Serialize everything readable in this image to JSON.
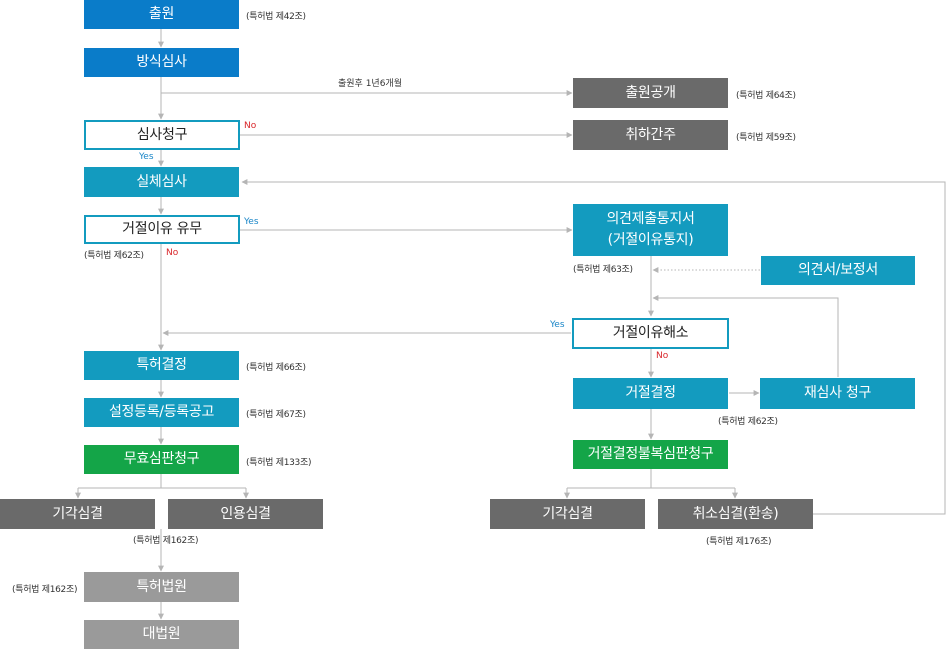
{
  "boxes": {
    "filing": "출원",
    "formality_exam": "방식심사",
    "exam_request": "심사청구",
    "substantive_exam": "실체심사",
    "rejection_grounds": "거절이유 유무",
    "patent_decision": "특허결정",
    "registration": "설정등록/등록공고",
    "invalidation_trial": "무효심판청구",
    "dismissal_left": "기각심결",
    "acceptance": "인용심결",
    "patent_court": "특허법원",
    "supreme_court": "대법원",
    "publication": "출원공개",
    "withdrawal": "취하간주",
    "opinion_notice_line1": "의견제출통지서",
    "opinion_notice_line2": "(거절이유통지)",
    "opinion_amendment": "의견서/보정서",
    "rejection_resolved": "거절이유해소",
    "rejection_decision": "거절결정",
    "reexam_request": "재심사 청구",
    "rejection_appeal": "거절결정불복심판청구",
    "dismissal_right": "기각심결",
    "revocation": "취소심결(환송)"
  },
  "notes": {
    "filing": "(특허법 제42조)",
    "publication": "(특허법 제64조)",
    "withdrawal": "(특허법 제59조)",
    "rejection_grounds": "(특허법 제62조)",
    "opinion_notice": "(특허법 제63조)",
    "patent_decision": "(특허법 제66조)",
    "registration": "(특허법 제67조)",
    "invalidation_trial": "(특허법 제133조)",
    "trial_decision": "(특허법 제162조)",
    "patent_court": "(특허법 제162조)",
    "rejection_decision": "(특허법 제62조)",
    "revocation": "(특허법 제176조)"
  },
  "edge_labels": {
    "publication_timing": "출원후 1년6개월",
    "exam_request_no": "No",
    "exam_request_yes": "Yes",
    "rejection_grounds_yes": "Yes",
    "rejection_grounds_no": "No",
    "resolved_yes": "Yes",
    "resolved_no": "No"
  },
  "colors": {
    "blue": "#0a7cc9",
    "teal": "#139bbf",
    "green": "#14a548",
    "dark_gray": "#6a6a6a",
    "light_gray": "#9a9a9a",
    "yes": "#1a86c8",
    "no": "#d9262a",
    "line": "#b5b5b5"
  }
}
